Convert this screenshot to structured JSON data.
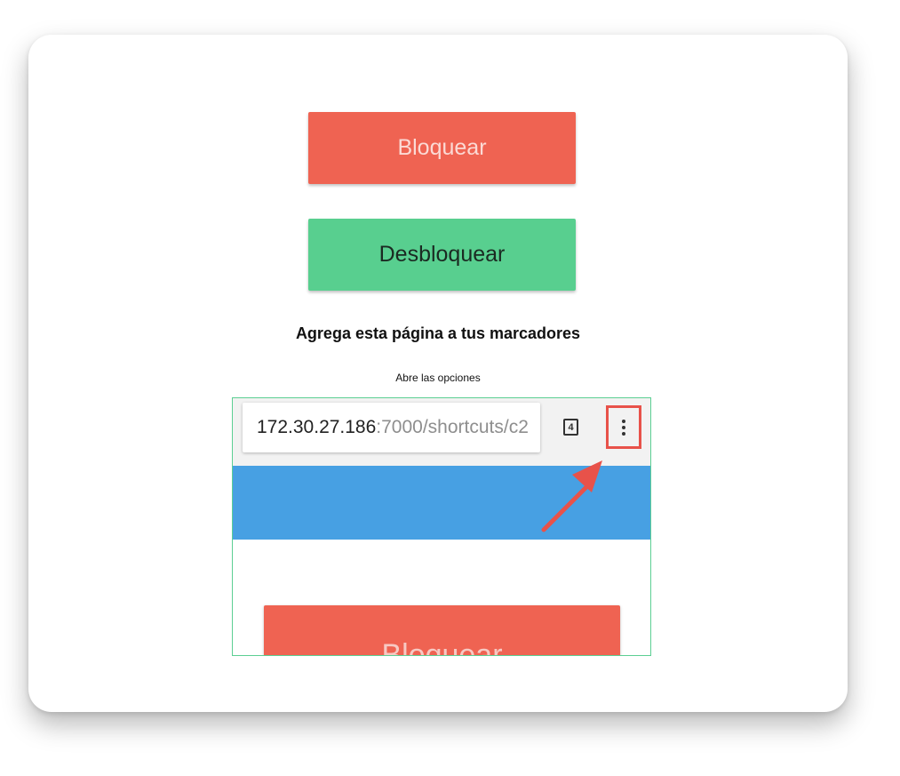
{
  "actions": {
    "block_label": "Bloquear",
    "unblock_label": "Desbloquear"
  },
  "bookmark": {
    "title": "Agrega esta página a tus marcadores",
    "subtitle": "Abre las opciones"
  },
  "browser_screenshot": {
    "url_host": "172.30.27.186",
    "url_path": ":7000/shortcuts/c2",
    "tab_count": "4",
    "menu_icon": "more-vert-icon",
    "arrow_icon": "arrow-pointer-icon",
    "button_label": "Bloquear"
  },
  "colors": {
    "block": "#ef6352",
    "unblock": "#58cf8f",
    "band": "#47a0e3",
    "highlight": "#e8524a",
    "frame": "#5ccf93"
  }
}
